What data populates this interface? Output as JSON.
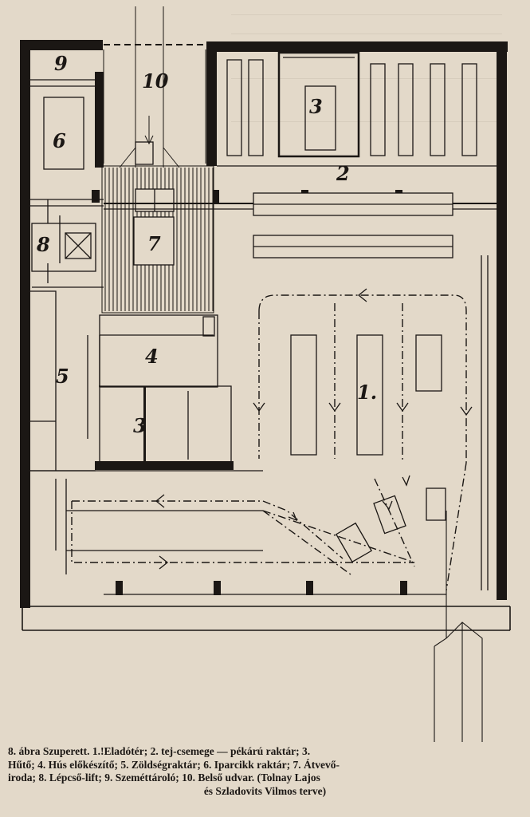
{
  "plan": {
    "room_labels": {
      "r1": "1.",
      "r2": "2",
      "r3a": "3",
      "r3b": "3",
      "r4": "4",
      "r5": "5",
      "r6": "6",
      "r7": "7",
      "r8": "8",
      "r9": "9",
      "r10": "10"
    }
  },
  "caption": {
    "line1": "8. ábra Szuperett. 1.!Eladótér; 2. tej-csemege — pékárú raktár; 3.",
    "line2": "Hűtő; 4. Hús előkészítő; 5. Zöldségraktár; 6. Iparcikk raktár; 7. Átvevő-",
    "line3_a": "iroda; 8. Lépcső-lift; 9. Szeméttároló; 10. Belső udvar. (Tolnay Lajos",
    "line3_b": "és Szladovits Vilmos terve)"
  }
}
